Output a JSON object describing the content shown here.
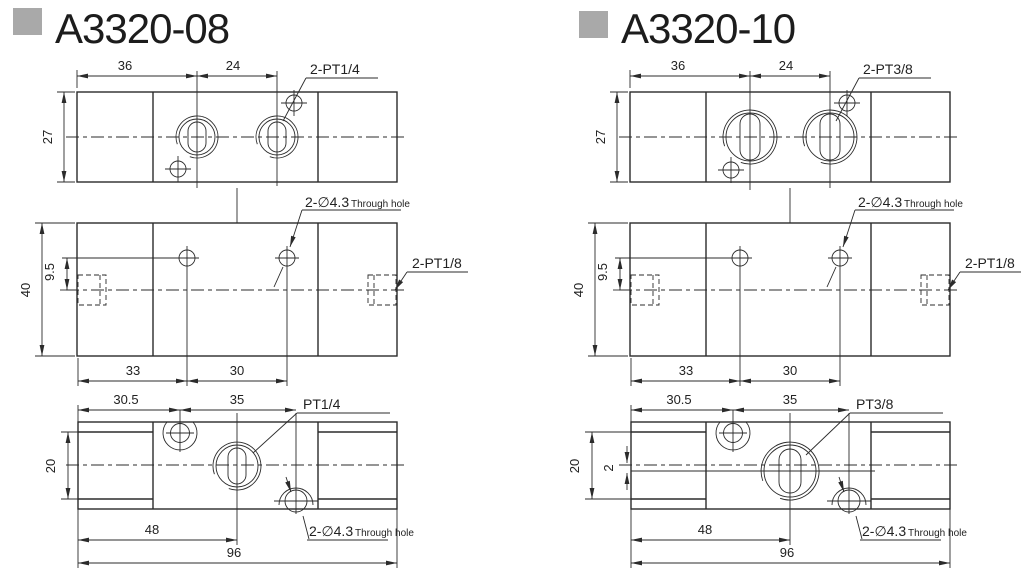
{
  "colors": {
    "line": "#2b2b2b",
    "title_square": "#a9a9a9"
  },
  "panels": [
    {
      "title": "A3320-08",
      "top": {
        "dim_36": "36",
        "dim_24": "24",
        "dim_27": "27",
        "port_label": "2-PT1/4"
      },
      "middle": {
        "dim_40": "40",
        "dim_95": "9.5",
        "dim_33": "33",
        "dim_30": "30",
        "hole_label": "2-∅4.3",
        "hole_suffix": "Through hole",
        "side_port_label": "2-PT1/8"
      },
      "bottom": {
        "dim_305": "30.5",
        "dim_35": "35",
        "dim_20": "20",
        "dim_48": "48",
        "dim_96": "96",
        "port_label": "PT1/4",
        "hole_label": "2-∅4.3",
        "hole_suffix": "Through hole"
      }
    },
    {
      "title": "A3320-10",
      "top": {
        "dim_36": "36",
        "dim_24": "24",
        "dim_27": "27",
        "port_label": "2-PT3/8"
      },
      "middle": {
        "dim_40": "40",
        "dim_95": "9.5",
        "dim_33": "33",
        "dim_30": "30",
        "hole_label": "2-∅4.3",
        "hole_suffix": "Through hole",
        "side_port_label": "2-PT1/8"
      },
      "bottom": {
        "dim_305": "30.5",
        "dim_35": "35",
        "dim_20": "20",
        "dim_2": "2",
        "dim_48": "48",
        "dim_96": "96",
        "port_label": "PT3/8",
        "hole_label": "2-∅4.3",
        "hole_suffix": "Through hole"
      }
    }
  ]
}
